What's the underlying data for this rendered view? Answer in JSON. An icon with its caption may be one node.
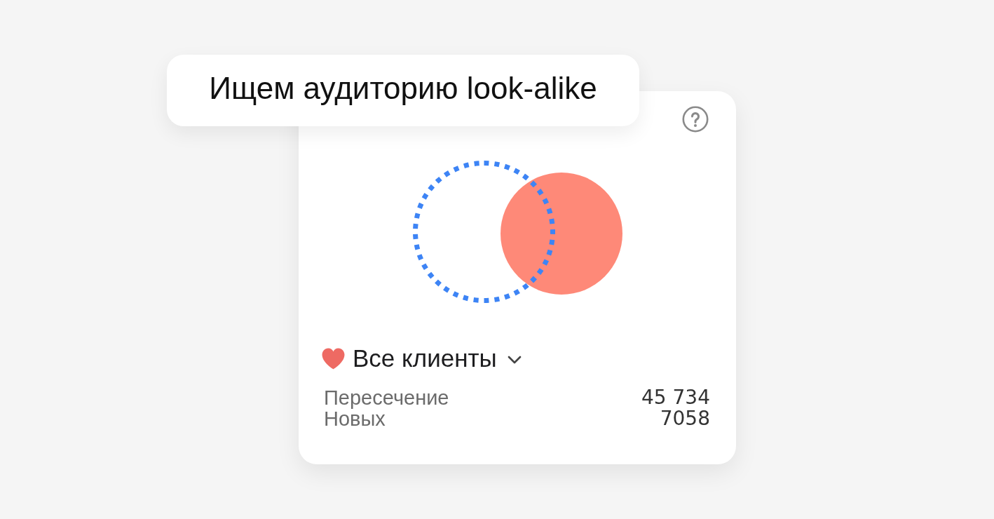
{
  "diagram": {
    "nodes": [
      {
        "text": [
          "Ищем аудиторию look-alike"
        ]
      },
      {
        "text": [
          "Все клиенты",
          "Пересечение",
          "45 734",
          "Новых",
          "7058"
        ]
      },
      {
        "text": [],
        "shape": "circle",
        "in": 1
      },
      {
        "text": [],
        "shape": "circle",
        "in": 1
      }
    ]
  }
}
